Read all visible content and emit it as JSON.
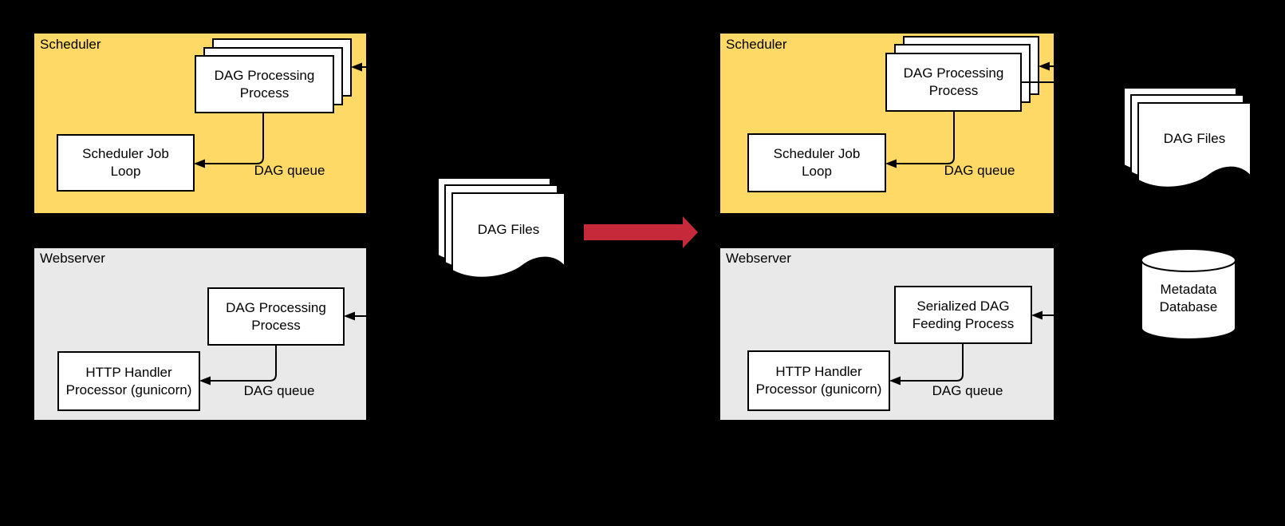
{
  "colors": {
    "background": "#000000",
    "scheduler_fill": "#FFD966",
    "webserver_fill": "#E9E9E9",
    "shape_fill": "#FFFFFF",
    "line": "#000000",
    "transition_arrow": "#C5293A"
  },
  "before": {
    "scheduler": {
      "label": "Scheduler",
      "dag_processing_label": "DAG Processing Process",
      "job_loop_label": "Scheduler Job Loop",
      "dag_queue_label": "DAG queue"
    },
    "webserver": {
      "label": "Webserver",
      "dag_processing_label": "DAG Processing Process",
      "http_handler_label": "HTTP Handler Processor (gunicorn)",
      "dag_queue_label": "DAG queue"
    },
    "dag_files_label": "DAG Files"
  },
  "after": {
    "scheduler": {
      "label": "Scheduler",
      "dag_processing_label": "DAG Processing Process",
      "job_loop_label": "Scheduler Job Loop",
      "dag_queue_label": "DAG queue"
    },
    "webserver": {
      "label": "Webserver",
      "serialized_dag_label": "Serialized DAG Feeding Process",
      "http_handler_label": "HTTP Handler Processor (gunicorn)",
      "dag_queue_label": "DAG queue"
    },
    "dag_files_label": "DAG Files",
    "metadata_database_label": "Metadata Database"
  }
}
